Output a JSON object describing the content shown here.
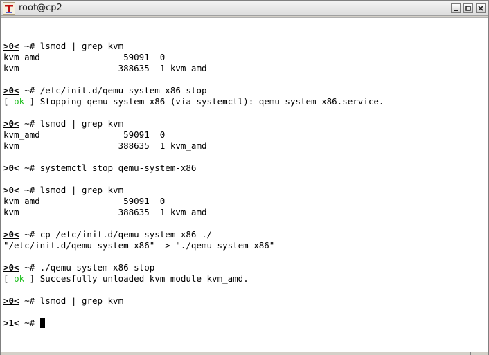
{
  "window": {
    "title": "root@cp2",
    "icon": "terminal-app-icon"
  },
  "prompt": {
    "suffix": " ~# "
  },
  "terminal": [
    {
      "type": "blank"
    },
    {
      "type": "cmd",
      "mark": ">0<",
      "cmd": "lsmod | grep kvm"
    },
    {
      "type": "text",
      "text": "kvm_amd                59091  0"
    },
    {
      "type": "text",
      "text": "kvm                   388635  1 kvm_amd"
    },
    {
      "type": "blank"
    },
    {
      "type": "cmd",
      "mark": ">0<",
      "cmd": "/etc/init.d/qemu-system-x86 stop"
    },
    {
      "type": "status",
      "open": "[ ",
      "status": "ok",
      "close": " ]",
      "text": " Stopping qemu-system-x86 (via systemctl): qemu-system-x86.service."
    },
    {
      "type": "blank"
    },
    {
      "type": "cmd",
      "mark": ">0<",
      "cmd": "lsmod | grep kvm"
    },
    {
      "type": "text",
      "text": "kvm_amd                59091  0"
    },
    {
      "type": "text",
      "text": "kvm                   388635  1 kvm_amd"
    },
    {
      "type": "blank"
    },
    {
      "type": "cmd",
      "mark": ">0<",
      "cmd": "systemctl stop qemu-system-x86"
    },
    {
      "type": "blank"
    },
    {
      "type": "cmd",
      "mark": ">0<",
      "cmd": "lsmod | grep kvm"
    },
    {
      "type": "text",
      "text": "kvm_amd                59091  0"
    },
    {
      "type": "text",
      "text": "kvm                   388635  1 kvm_amd"
    },
    {
      "type": "blank"
    },
    {
      "type": "cmd",
      "mark": ">0<",
      "cmd": "cp /etc/init.d/qemu-system-x86 ./"
    },
    {
      "type": "text",
      "text": "\"/etc/init.d/qemu-system-x86\" -> \"./qemu-system-x86\""
    },
    {
      "type": "blank"
    },
    {
      "type": "cmd",
      "mark": ">0<",
      "cmd": "./qemu-system-x86 stop"
    },
    {
      "type": "status",
      "open": "[ ",
      "status": "ok",
      "close": " ]",
      "text": " Succesfully unloaded kvm module kvm_amd."
    },
    {
      "type": "blank"
    },
    {
      "type": "cmd",
      "mark": ">0<",
      "cmd": "lsmod | grep kvm"
    },
    {
      "type": "blank"
    },
    {
      "type": "cmd",
      "mark": ">1<",
      "cmd": "",
      "cursor": true
    }
  ]
}
